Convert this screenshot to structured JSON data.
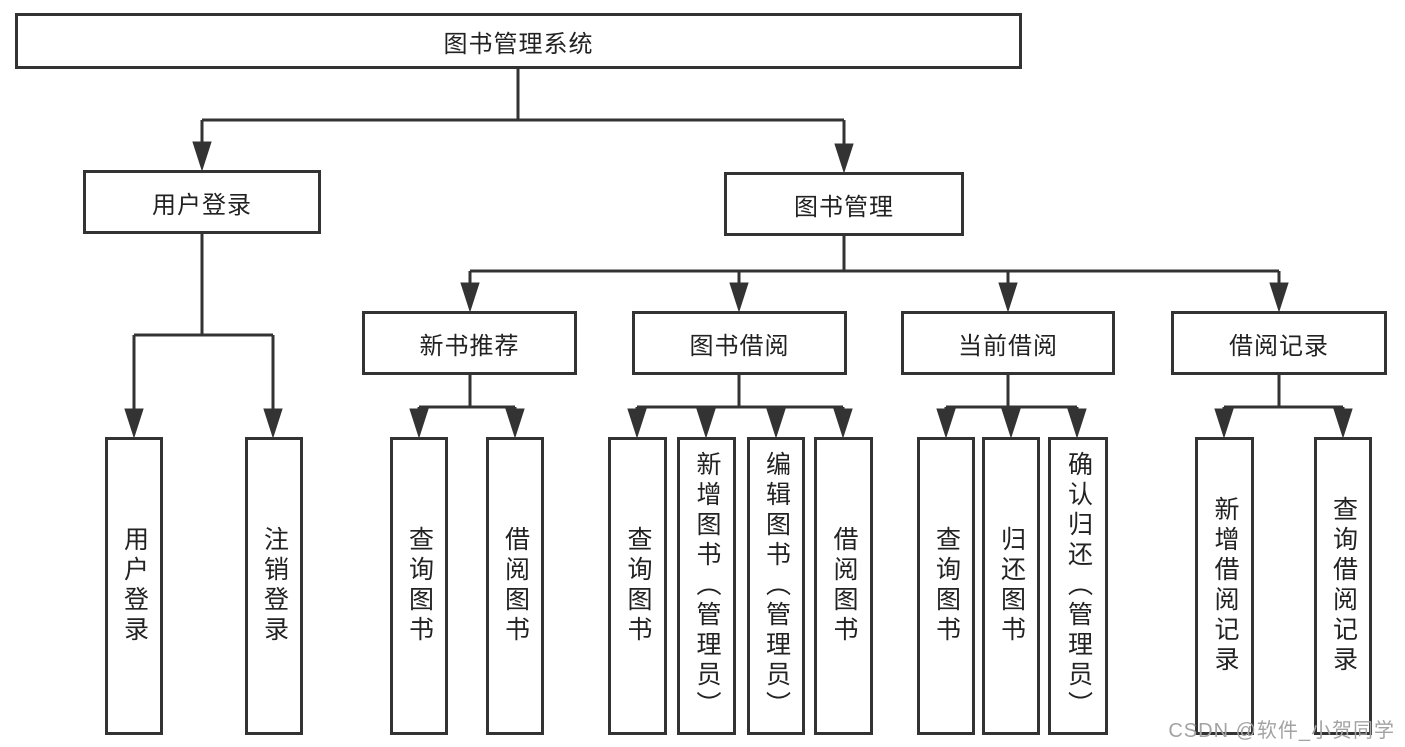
{
  "tree": {
    "root": {
      "label": "图书管理系统"
    },
    "children": [
      {
        "label": "用户登录",
        "children": [
          {
            "label": "用户登录"
          },
          {
            "label": "注销登录"
          }
        ]
      },
      {
        "label": "图书管理",
        "children": [
          {
            "label": "新书推荐",
            "children": [
              {
                "label": "查询图书"
              },
              {
                "label": "借阅图书"
              }
            ]
          },
          {
            "label": "图书借阅",
            "children": [
              {
                "label": "查询图书"
              },
              {
                "label": "新增图书（管理员）"
              },
              {
                "label": "编辑图书（管理员）"
              },
              {
                "label": "借阅图书"
              }
            ]
          },
          {
            "label": "当前借阅",
            "children": [
              {
                "label": "查询图书"
              },
              {
                "label": "归还图书"
              },
              {
                "label": "确认归还（管理员）"
              }
            ]
          },
          {
            "label": "借阅记录",
            "children": [
              {
                "label": "新增借阅记录"
              },
              {
                "label": "查询借阅记录"
              }
            ]
          }
        ]
      }
    ]
  },
  "watermark": {
    "text": "CSDN @软件_小贺同学"
  },
  "colors": {
    "line": "#333333",
    "border": "#333333",
    "text": "#222222",
    "watermark": "#a3a3a3",
    "background": "#ffffff"
  }
}
